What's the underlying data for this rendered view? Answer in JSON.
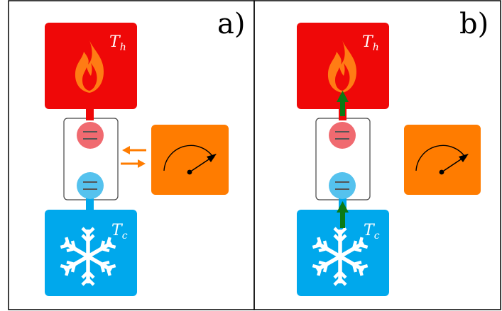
{
  "panels": [
    {
      "label": "a)",
      "hot_reservoir": {
        "symbol": "T",
        "subscript": "h",
        "icon": "flame-icon"
      },
      "cold_reservoir": {
        "symbol": "T",
        "subscript": "c",
        "icon": "snowflake-icon"
      },
      "engine": {
        "levels": 2,
        "icon": "two-level-system"
      },
      "work_storage": {
        "icon": "gauge-icon"
      },
      "exchange_arrows": [
        "left",
        "right"
      ]
    },
    {
      "label": "b)",
      "hot_reservoir": {
        "symbol": "T",
        "subscript": "h",
        "icon": "flame-icon"
      },
      "cold_reservoir": {
        "symbol": "T",
        "subscript": "c",
        "icon": "snowflake-icon"
      },
      "engine": {
        "levels": 2,
        "icon": "two-level-system"
      },
      "work_storage": {
        "icon": "gauge-icon"
      },
      "flow_arrows": [
        "up",
        "up"
      ]
    }
  ],
  "colors": {
    "hot": "#ef0808",
    "cold": "#00a8ec",
    "hot_level": "#f06a70",
    "cold_level": "#55c2ee",
    "work": "#ff7c00",
    "flame_outer": "#ff7c14",
    "flow_arrow": "#0b7a14"
  }
}
